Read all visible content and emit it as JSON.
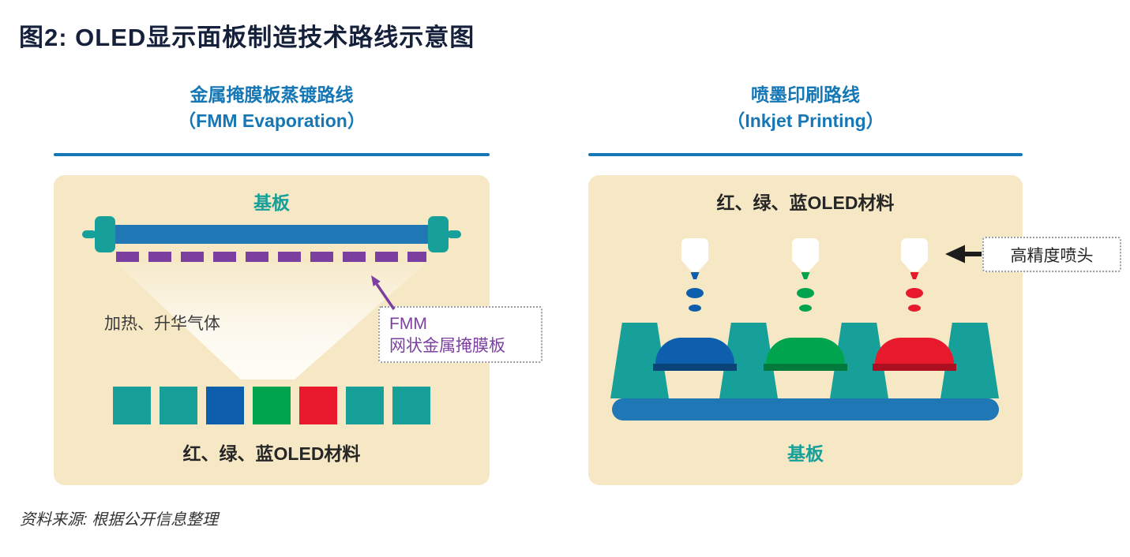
{
  "title": "图2: OLED显示面板制造技术路线示意图",
  "source": "资料来源: 根据公开信息整理",
  "left": {
    "header_line1": "金属掩膜板蒸镀路线",
    "header_line2": "（FMM Evaporation）",
    "substrate_label": "基板",
    "gas_label": "加热、升华气体",
    "fmm_label_line1": "FMM",
    "fmm_label_line2": "网状金属掩膜板",
    "materials_label": "红、绿、蓝OLED材料",
    "squares": [
      "teal",
      "teal",
      "blue",
      "green",
      "red",
      "teal",
      "teal"
    ]
  },
  "right": {
    "header_line1": "喷墨印刷路线",
    "header_line2": "（Inkjet Printing）",
    "materials_label": "红、绿、蓝OLED材料",
    "nozzle_label": "高精度喷头",
    "substrate_label": "基板",
    "nozzles": [
      "blue",
      "green",
      "red"
    ]
  },
  "colors": {
    "header": "#1577b5",
    "panel": "#f6e8c4",
    "teal": "#17a09a",
    "substrate_blue": "#2077b6",
    "blue": "#0d5fad",
    "green": "#00a44f",
    "red": "#e8182d",
    "blue_dark": "#0a4378",
    "green_dark": "#00793b",
    "red_dark": "#ab1020",
    "purple": "#7b3fa0",
    "black": "#1c1c1c"
  }
}
